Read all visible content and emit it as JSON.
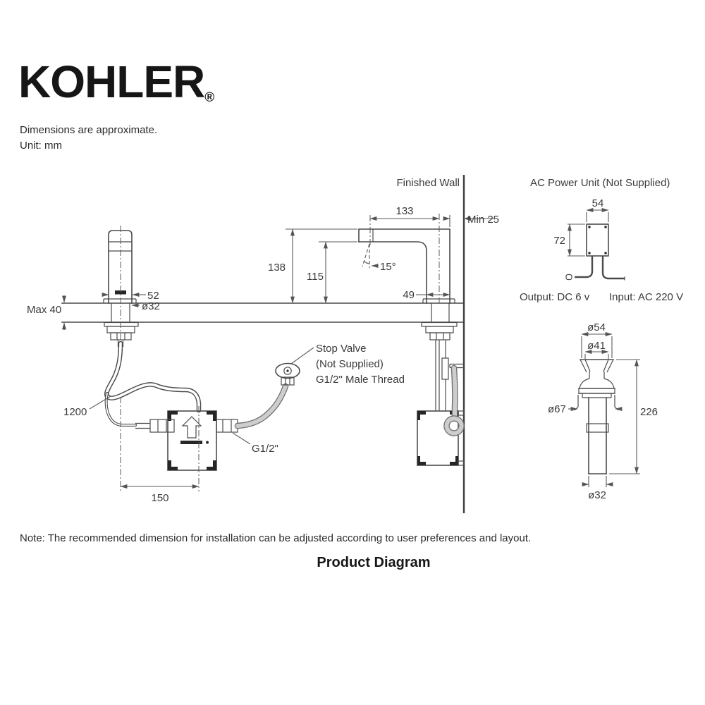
{
  "header": {
    "brand": "KOHLER",
    "registered": "®",
    "subtitle_line1": "Dimensions are approximate.",
    "subtitle_line2": "Unit: mm"
  },
  "diagram": {
    "labels": {
      "finished_wall": "Finished Wall",
      "min_25": "Min 25",
      "d133": "133",
      "d138": "138",
      "d115": "115",
      "angle": "15°",
      "d49": "49",
      "d52": "52",
      "dia32_deck": "ø32",
      "max40": "Max 40",
      "d1200": "1200",
      "d150": "150",
      "g12": "G1/2\"",
      "stop1": "Stop Valve",
      "stop2": "(Not Supplied)",
      "stop3": "G1/2\" Male Thread"
    },
    "power_unit": {
      "title": "AC Power Unit (Not Supplied)",
      "width": "54",
      "height": "72",
      "output": "Output: DC 6 v",
      "input": "Input: AC 220 V"
    },
    "drain": {
      "dia_top": "ø54",
      "dia_inner": "ø41",
      "dia_flange": "ø67",
      "height": "226",
      "dia_pipe": "ø32"
    }
  },
  "footer": {
    "note": "Note: The recommended dimension for installation can be adjusted according to user preferences and layout.",
    "title": "Product Diagram"
  },
  "colors": {
    "line": "#4b4b4b",
    "dimension": "#5a5a5a",
    "text": "#3a3a3a",
    "brand": "#161616",
    "background": "#ffffff"
  }
}
